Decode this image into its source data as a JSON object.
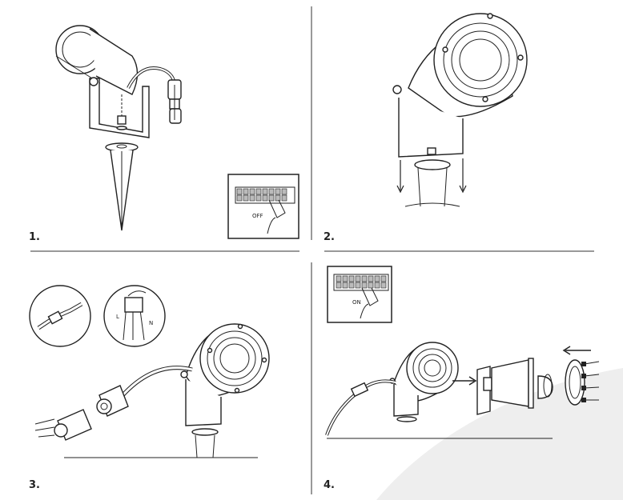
{
  "steps": [
    {
      "number": "1.",
      "switch_label": "OFF"
    },
    {
      "number": "2."
    },
    {
      "number": "3.",
      "wire_labels": [
        "L",
        "N"
      ]
    },
    {
      "number": "4.",
      "switch_label": "ON"
    }
  ],
  "colors": {
    "line": "#222222",
    "background_arc": "#eeeeee"
  }
}
